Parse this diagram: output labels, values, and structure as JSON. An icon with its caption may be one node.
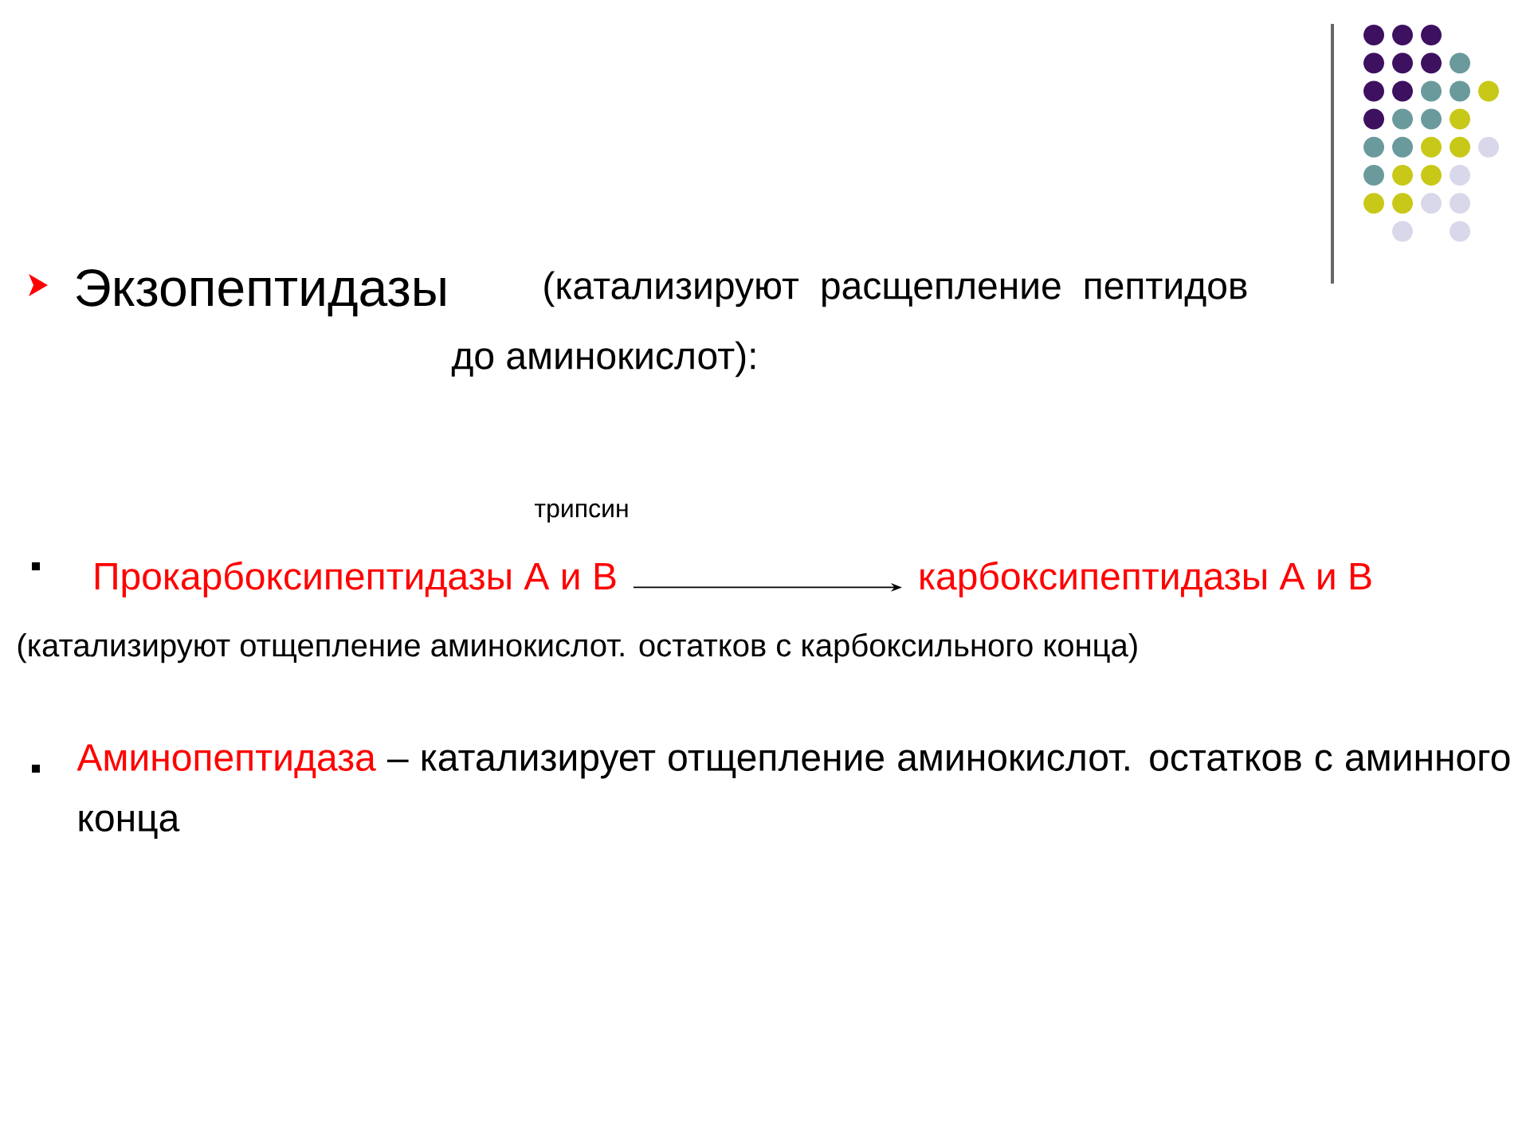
{
  "diagram": {
    "nodes": [
      {
        "text": [
          "Прокарбоксипептидазы А и В"
        ]
      },
      {
        "text": [
          "карбоксипептидазы А и В"
        ]
      }
    ],
    "edges": [
      {
        "from": 0,
        "to": 1,
        "arrow": "to",
        "label": "трипсин"
      }
    ],
    "labels": [
      "Экзопептидазы",
      "(катализируют расщепление пептидов до аминокислот):",
      "(катализируют отщепление аминокислот. остатков с карбоксильного конца)",
      "Аминопептидаза",
      "– катализирует отщепление аминокислот. остатков с аминного конца"
    ]
  }
}
